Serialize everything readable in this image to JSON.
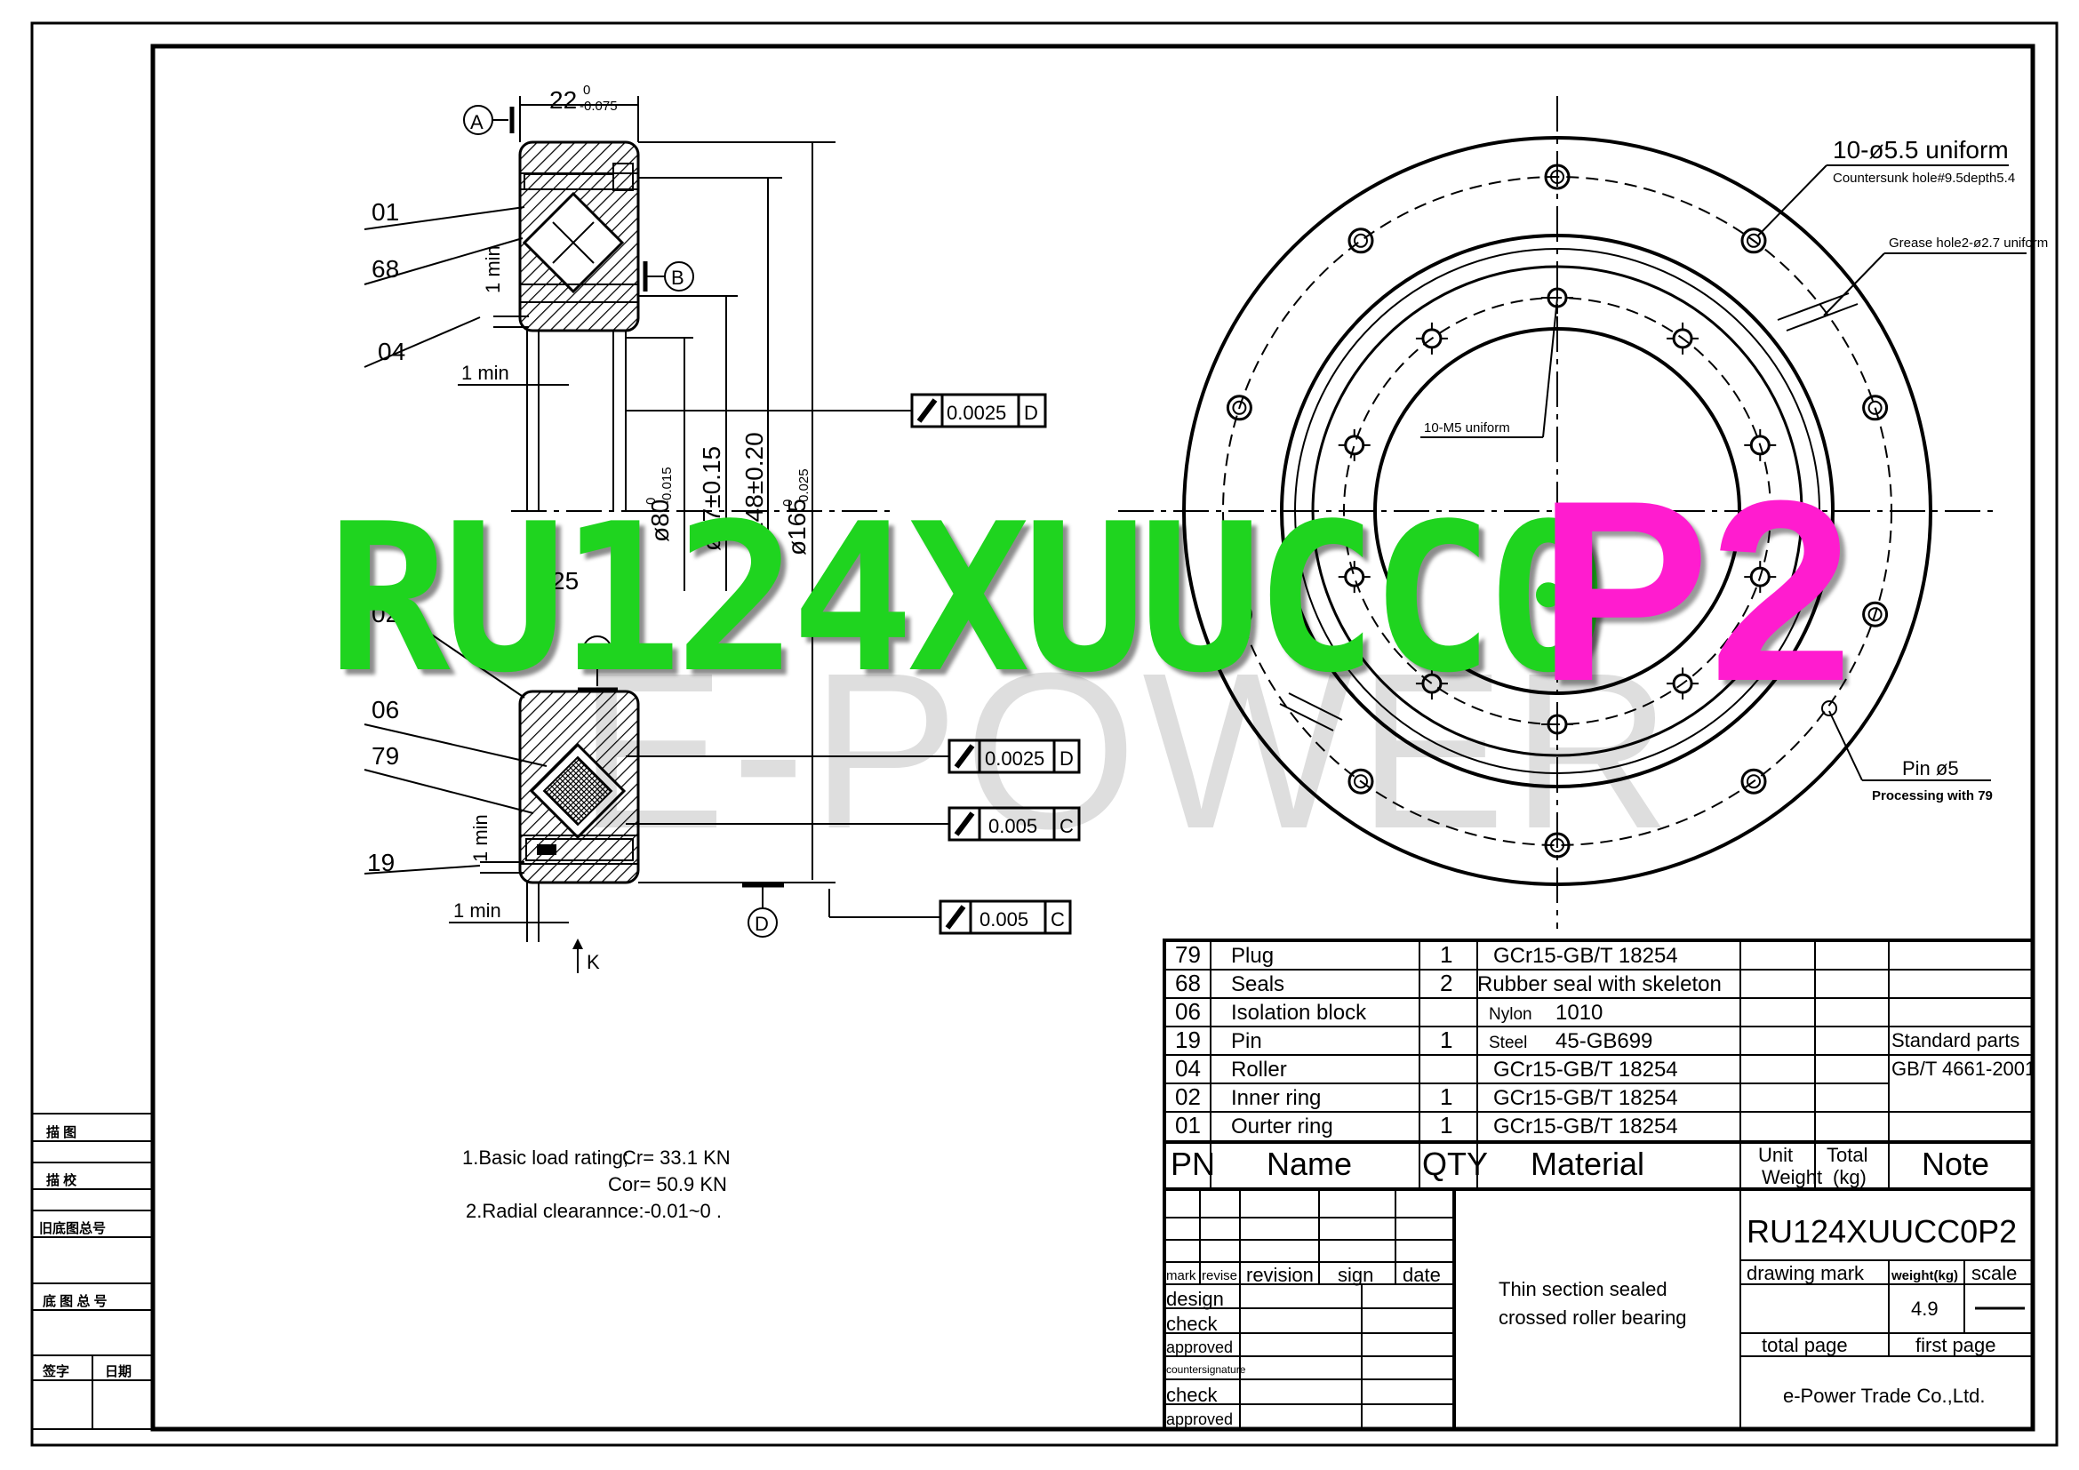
{
  "watermark": {
    "code_main": "RU124XUUCC0",
    "code_suffix": "P2",
    "brand": "E-POWER",
    "main_color": "#1fd41f",
    "suffix_color": "#ff1ccf"
  },
  "datums": {
    "a": "A",
    "b": "B",
    "c": "C",
    "d": "D",
    "k": "K"
  },
  "section_upper": {
    "width_dim": "22",
    "width_tol_upper": "0",
    "width_tol_lower": "-0.075",
    "parts": [
      "01",
      "68",
      "04"
    ],
    "min_vertical": "1 min",
    "min_horizontal": "1 min",
    "diameters": [
      {
        "value": "ø80",
        "tol_upper": "0",
        "tol_lower": "-0.015"
      },
      {
        "value": "ø97±0.15"
      },
      {
        "value": "ø148±0.20"
      },
      {
        "value": "ø165",
        "tol_upper": "0",
        "tol_lower": "-0.025"
      }
    ]
  },
  "section_lower": {
    "width_dim": "25",
    "parts": [
      "02",
      "06",
      "79",
      "19"
    ],
    "min_vertical": "1 min",
    "min_horizontal": "1 min"
  },
  "tolerances": [
    {
      "value": "0.0025",
      "datum": "D"
    },
    {
      "value": "0.0025",
      "datum": "D"
    },
    {
      "value": "0.005",
      "datum": "C"
    },
    {
      "value": "0.005",
      "datum": "C"
    }
  ],
  "plan_view": {
    "outer_holes": "10-ø5.5 uniform",
    "countersunk": "Countersunk hole#9.5depth5.4",
    "grease_hole": "Grease hole2-ø2.7 uniform",
    "inner_holes": "10-M5 uniform",
    "pin": "Pin ø5",
    "pin_note": "Processing with 79"
  },
  "notes": {
    "line1_label": "1.Basic load rating;",
    "cr": "Cr= 33.1 KN",
    "cor": "Cor= 50.9 KN",
    "line2": "2.Radial clearannce:-0.01~0 ."
  },
  "left_strip": [
    "描    图",
    "描    校",
    "旧底图总号",
    "底 图 总 号",
    "签字",
    "日期"
  ],
  "bom": [
    {
      "pn": "79",
      "name": "Plug",
      "qty": "1",
      "mat_prefix": "",
      "material": "GCr15-GB/T 18254"
    },
    {
      "pn": "68",
      "name": "Seals",
      "qty": "2",
      "mat_prefix": "",
      "material": "Rubber seal with skeleton"
    },
    {
      "pn": "06",
      "name": "Isolation block",
      "qty": "",
      "mat_prefix": "Nylon",
      "material": "1010"
    },
    {
      "pn": "19",
      "name": "Pin",
      "qty": "1",
      "mat_prefix": "Steel",
      "material": "45-GB699"
    },
    {
      "pn": "04",
      "name": "Roller",
      "qty": "",
      "mat_prefix": "",
      "material": "GCr15-GB/T 18254"
    },
    {
      "pn": "02",
      "name": "Inner ring",
      "qty": "1",
      "mat_prefix": "",
      "material": "GCr15-GB/T 18254"
    },
    {
      "pn": "01",
      "name": "Ourter ring",
      "qty": "1",
      "mat_prefix": "",
      "material": "GCr15-GB/T 18254"
    }
  ],
  "bom_note": {
    "line1": "Standard parts",
    "line2": "GB/T 4661-2001"
  },
  "bom_header": {
    "pn": "PN",
    "name": "Name",
    "qty": "QTY",
    "material": "Material",
    "unit_weight_1": "Unit",
    "unit_weight_2": "Weight",
    "total_1": "Total",
    "total_2": "(kg)",
    "note": "Note"
  },
  "title_block": {
    "rev_headers": [
      "mark",
      "revise",
      "revision",
      "sign",
      "date"
    ],
    "roles": [
      "design",
      "check",
      "approved",
      "countersignature",
      "check",
      "approved"
    ],
    "description_1": "Thin section sealed",
    "description_2": "crossed roller bearing",
    "drawing_no": "RU124XUUCC0P2",
    "drawing_mark": "drawing mark",
    "weight_label": "weight(kg)",
    "scale_label": "scale",
    "weight": "4.9",
    "total_page": "total page",
    "first_page": "first page",
    "company": "e-Power Trade Co.,Ltd."
  }
}
